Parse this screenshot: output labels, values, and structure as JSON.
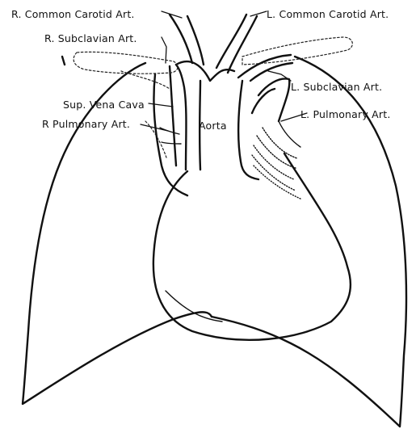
{
  "labels": {
    "r_common_carotid": "R. Common Carotid Art.",
    "l_common_carotid": "L. Common Carotid Art.",
    "r_subclavian": "R. Subclavian Art.",
    "l_subclavian": "L. Subclavian Art.",
    "sup_vena_cava": "Sup. Vena Cava",
    "r_pulmonary": "R Pulmonary Art.",
    "l_pulmonary": "L. Pulmonary Art.",
    "aorta": "Aorta"
  },
  "colors": {
    "ink": "#111111",
    "background": "#ffffff"
  }
}
